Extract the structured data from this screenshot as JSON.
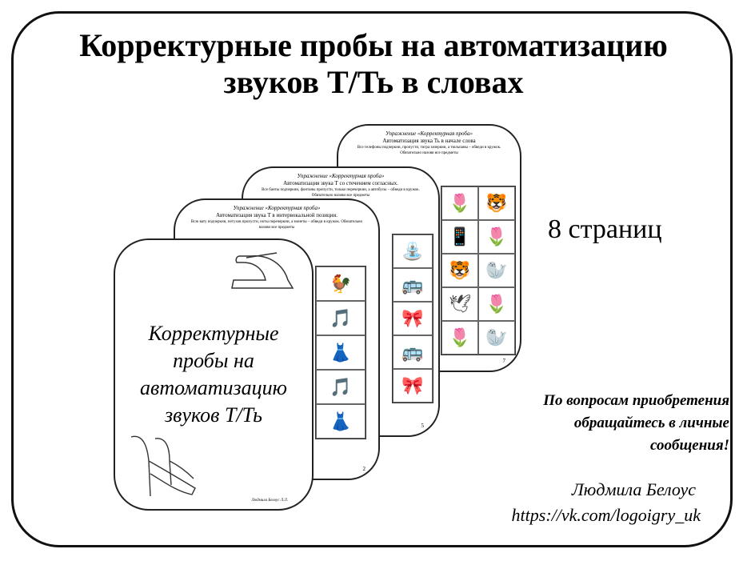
{
  "title": {
    "line1": "Корректурные пробы на автоматизацию",
    "line2": "звуков Т/Ть в словах"
  },
  "pages_count": "8 страниц",
  "contact": {
    "line1": "По вопросам приобретения",
    "line2": "обращайтесь в личные",
    "line3": "сообщения!"
  },
  "author": {
    "name": "Людмила Белоус",
    "link": "https://vk.com/logoigry_uk"
  },
  "sheets": {
    "back": {
      "header": "Упражнение «Корректурная проба»",
      "subheader": "Автоматизация звука Ть в начале слова",
      "text": "Все телефоны подчеркни, пропусти, тигра зачеркни, а тюльпаны – обведи в кружок. Обязательно назови все предметы",
      "page": "7",
      "icons": [
        "🌷",
        "🐯",
        "📱",
        "🌷",
        "🐯",
        "🦭",
        "🕊",
        "🌷",
        "🌷",
        "🦭"
      ]
    },
    "middle": {
      "header": "Упражнение «Корректурная проба»",
      "subheader": "Автоматизация звука Т со стечением согласных.",
      "text": "Все банты подчеркни, фонтаны пропусти, только перечеркни, а автобусы – обведи в кружок. Обязательно назови все предметы",
      "page": "5",
      "icons": [
        "⛲",
        "🚌",
        "🎀",
        "🚌",
        "🎀"
      ]
    },
    "front": {
      "header": "Упражнение «Корректурная проба»",
      "subheader": "Автоматизация звука Т в интервокальной позиции.",
      "text": "Всю вату подчеркни, петухов пропусти, ноты перечеркни, а монеты – обведи в кружок. Обязательно назови все предметы",
      "page": "2",
      "icons": [
        "🐓",
        "🎵",
        "👗",
        "🎵",
        "👗"
      ]
    },
    "cover": {
      "line1": "Корректурные",
      "line2": "пробы на",
      "line3": "автоматизацию",
      "line4": "звуков Т/Ть",
      "sign": "Людмила Белоус Л.Л."
    }
  }
}
